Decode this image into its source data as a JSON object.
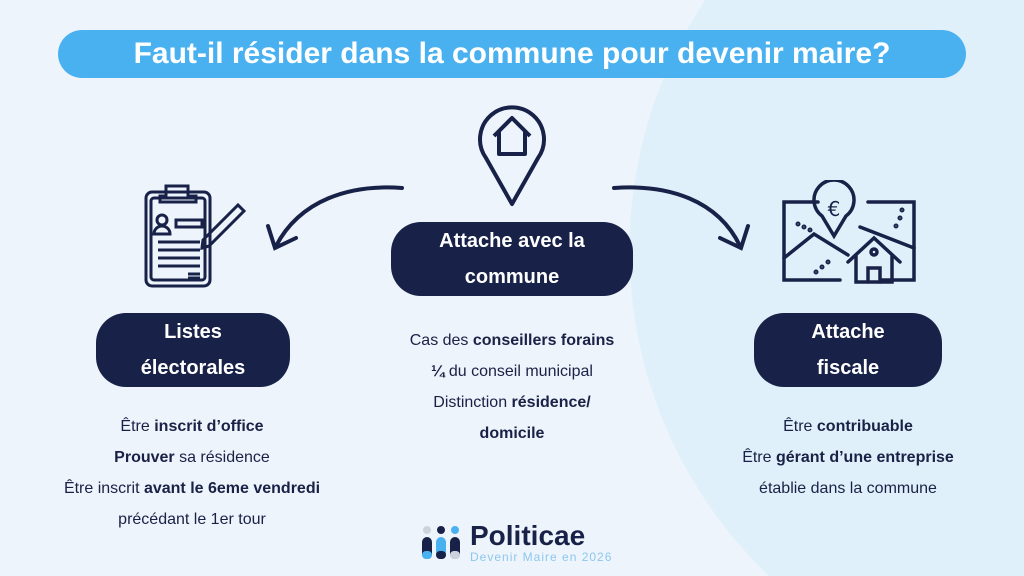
{
  "title": "Faut-il résider dans la commune pour devenir maire?",
  "center": {
    "label_line1": "Attache avec la",
    "label_line2": "commune",
    "lines": [
      {
        "pre": "Cas des ",
        "bold": "conseillers forains",
        "post": ""
      },
      {
        "pre": "",
        "bold": "¼",
        "post": " du conseil municipal"
      },
      {
        "pre": "Distinction ",
        "bold": "résidence/",
        "post": ""
      },
      {
        "pre": "",
        "bold": "domicile",
        "post": ""
      }
    ]
  },
  "left": {
    "label_line1": "Listes",
    "label_line2": "électorales",
    "lines": [
      {
        "pre": "Être ",
        "bold": "inscrit d’office",
        "post": ""
      },
      {
        "pre": "",
        "bold": "Prouver",
        "post": " sa résidence"
      },
      {
        "pre": "Être inscrit ",
        "bold": "avant le 6eme vendredi",
        "post": ""
      },
      {
        "pre": "précédant le 1er tour",
        "bold": "",
        "post": ""
      }
    ]
  },
  "right": {
    "label_line1": "Attache",
    "label_line2": "fiscale",
    "lines": [
      {
        "pre": "Être ",
        "bold": "contribuable",
        "post": ""
      },
      {
        "pre": "Être ",
        "bold": "gérant d’une entreprise",
        "post": ""
      },
      {
        "pre": "établie dans la commune",
        "bold": "",
        "post": ""
      }
    ]
  },
  "logo": {
    "name": "Politicae",
    "tagline": "Devenir Maire en 2026"
  },
  "colors": {
    "title_bg": "#4ab1f1",
    "navy": "#182248",
    "background": "#eef4fb"
  }
}
